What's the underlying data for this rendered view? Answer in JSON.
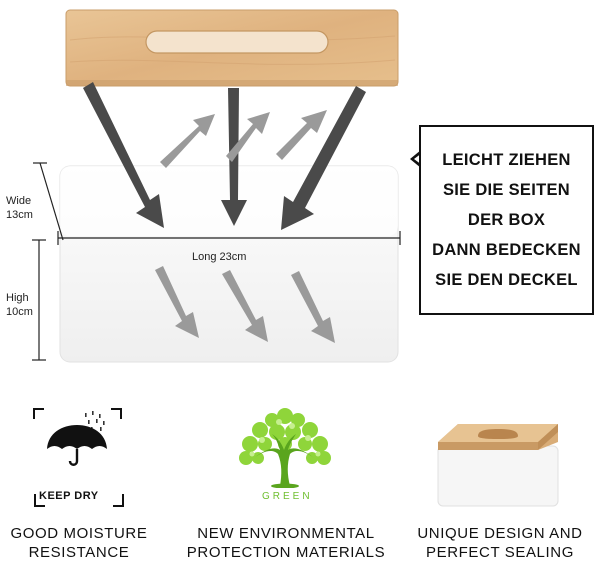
{
  "dimensions": {
    "wide_label": "Wide",
    "wide_value": "13cm",
    "long_label": "Long 23cm",
    "high_label": "High",
    "high_value": "10cm"
  },
  "callout": {
    "lines": [
      "LEICHT ZIEHEN",
      "SIE DIE SEITEN",
      "DER BOX",
      "DANN BEDECKEN",
      "SIE DEN DECKEL"
    ]
  },
  "features": [
    {
      "icon": "umbrella-icon",
      "badge": "KEEP DRY",
      "caption_line1": "GOOD MOISTURE",
      "caption_line2": "RESISTANCE"
    },
    {
      "icon": "tree-icon",
      "badge": "GREEN",
      "caption_line1": "NEW ENVIRONMENTAL",
      "caption_line2": "PROTECTION MATERIALS"
    },
    {
      "icon": "tissue-box-icon",
      "badge": "",
      "caption_line1": "UNIQUE DESIGN AND",
      "caption_line2": "PERFECT SEALING"
    }
  ],
  "colors": {
    "wood": "#e3b98a",
    "wood_edge": "#caa06d",
    "box_white": "#f7f7f7",
    "arrow_dark": "#4a4a4a",
    "arrow_light": "#9a9a9a",
    "leaf_green": "#8fd53a",
    "trunk_green": "#5aa51e"
  }
}
